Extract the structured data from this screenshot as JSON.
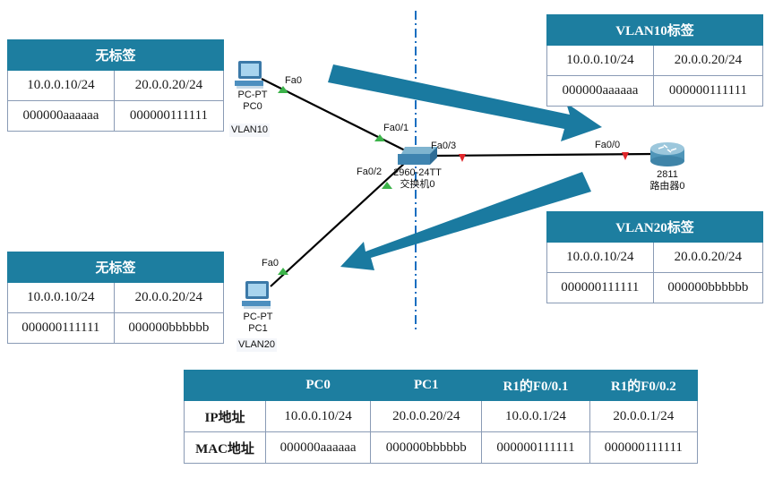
{
  "devices": {
    "pc0": {
      "model": "PC-PT",
      "name": "PC0",
      "vlan": "VLAN10",
      "port": "Fa0"
    },
    "pc1": {
      "model": "PC-PT",
      "name": "PC1",
      "vlan": "VLAN20",
      "port": "Fa0"
    },
    "switch": {
      "model": "2960-24TT",
      "name": "交换机0",
      "ports": {
        "to_pc0": "Fa0/1",
        "to_pc1": "Fa0/2",
        "to_router": "Fa0/3"
      }
    },
    "router": {
      "model": "2811",
      "name": "路由器0",
      "port": "Fa0/0"
    }
  },
  "link_status_colors": {
    "up": "#3cb34a",
    "down": "#e0262a"
  },
  "accent_color": "#1d7ea0",
  "frames": {
    "untagged_pc0": {
      "title": "无标签",
      "rows": [
        [
          "10.0.0.10/24",
          "20.0.0.20/24"
        ],
        [
          "000000aaaaaa",
          "000000111111"
        ]
      ]
    },
    "vlan10_tagged": {
      "title": "VLAN10标签",
      "rows": [
        [
          "10.0.0.10/24",
          "20.0.0.20/24"
        ],
        [
          "000000aaaaaa",
          "000000111111"
        ]
      ]
    },
    "vlan20_tagged": {
      "title": "VLAN20标签",
      "rows": [
        [
          "10.0.0.10/24",
          "20.0.0.20/24"
        ],
        [
          "000000111111",
          "000000bbbbbb"
        ]
      ]
    },
    "untagged_pc1": {
      "title": "无标签",
      "rows": [
        [
          "10.0.0.10/24",
          "20.0.0.20/24"
        ],
        [
          "000000111111",
          "000000bbbbbb"
        ]
      ]
    }
  },
  "address_table": {
    "headers": [
      "",
      "PC0",
      "PC1",
      "R1的F0/0.1",
      "R1的F0/0.2"
    ],
    "rows": [
      {
        "label": "IP地址",
        "values": [
          "10.0.0.10/24",
          "20.0.0.20/24",
          "10.0.0.1/24",
          "20.0.0.1/24"
        ]
      },
      {
        "label": "MAC地址",
        "values": [
          "000000aaaaaa",
          "000000bbbbbb",
          "000000111111",
          "000000111111"
        ]
      }
    ]
  }
}
